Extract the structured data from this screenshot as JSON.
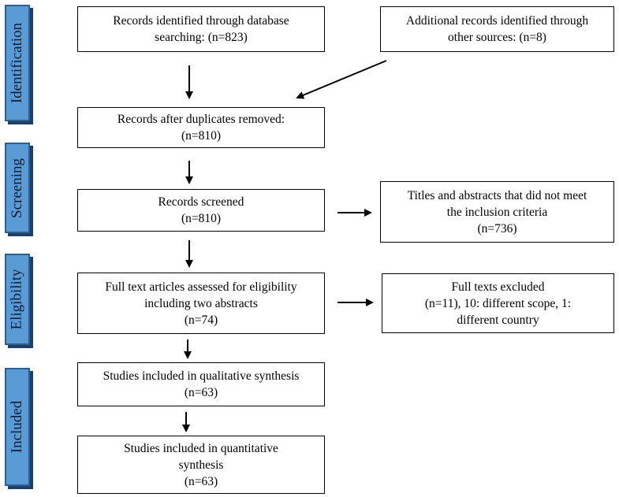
{
  "stages": {
    "identification": "Identification",
    "screening": "Screening",
    "eligibility": "Eligibility",
    "included": "Included"
  },
  "boxes": {
    "database": [
      "Records identified through database",
      "searching: (n=823)"
    ],
    "other_sources": [
      "Additional records identified through",
      "other sources: (n=8)"
    ],
    "duplicates_removed": [
      "Records after duplicates removed:",
      "(n=810)"
    ],
    "screened": [
      "Records screened",
      "(n=810)"
    ],
    "excluded_titles": [
      "Titles and abstracts that did not meet",
      "the inclusion  criteria",
      "(n=736)"
    ],
    "full_text": [
      "Full text articles assessed for eligibility",
      "including  two abstracts",
      "(n=74)"
    ],
    "full_text_excluded": [
      "Full texts excluded",
      "(n=11), 10: different scope, 1:",
      "different country"
    ],
    "qualitative": [
      "Studies included in qualitative synthesis",
      "(n=63)"
    ],
    "quantitative": [
      "Studies included in quantitative",
      "synthesis",
      "(n=63)"
    ]
  }
}
